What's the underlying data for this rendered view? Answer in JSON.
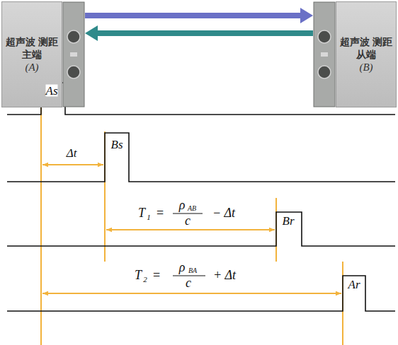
{
  "diagram": {
    "nodes": [
      {
        "text": [
          "超声波 测距主端",
          "(A)"
        ]
      },
      {
        "text": [
          "超声波 测距从端",
          "(B)"
        ]
      }
    ],
    "edges": [
      {
        "from": 0,
        "to": 1,
        "arrow": "to"
      },
      {
        "from": 1,
        "to": 0,
        "arrow": "to"
      }
    ],
    "labels": [
      "As",
      "Δt",
      "Bs",
      "T",
      "1",
      "=",
      "ρ",
      "AB",
      "c",
      "− Δt",
      "Br",
      "T",
      "2",
      "=",
      "ρ",
      "BA",
      "c",
      "+ Δt",
      "Ar"
    ]
  }
}
